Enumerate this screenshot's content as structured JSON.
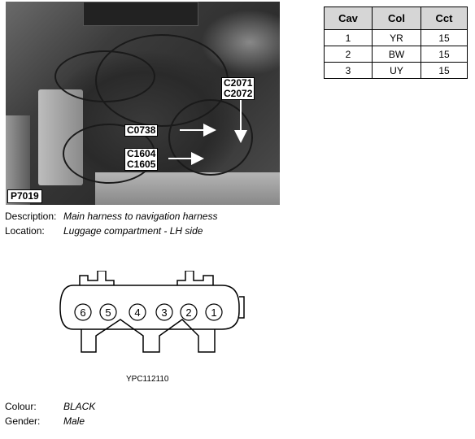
{
  "photo": {
    "id": "P7019",
    "callouts": [
      "C2071",
      "C2072",
      "C0738",
      "C1604",
      "C1605"
    ]
  },
  "table": {
    "headers": [
      "Cav",
      "Col",
      "Cct"
    ],
    "rows": [
      [
        "1",
        "YR",
        "15"
      ],
      [
        "2",
        "BW",
        "15"
      ],
      [
        "3",
        "UY",
        "15"
      ]
    ]
  },
  "details": {
    "description_label": "Description:",
    "description": "Main harness to navigation harness",
    "location_label": "Location:",
    "location": "Luggage compartment - LH side"
  },
  "connector": {
    "pins": [
      "6",
      "5",
      "4",
      "3",
      "2",
      "1"
    ],
    "code": "YPC112110"
  },
  "properties": {
    "colour_label": "Colour:",
    "colour": "BLACK",
    "gender_label": "Gender:",
    "gender": "Male"
  }
}
